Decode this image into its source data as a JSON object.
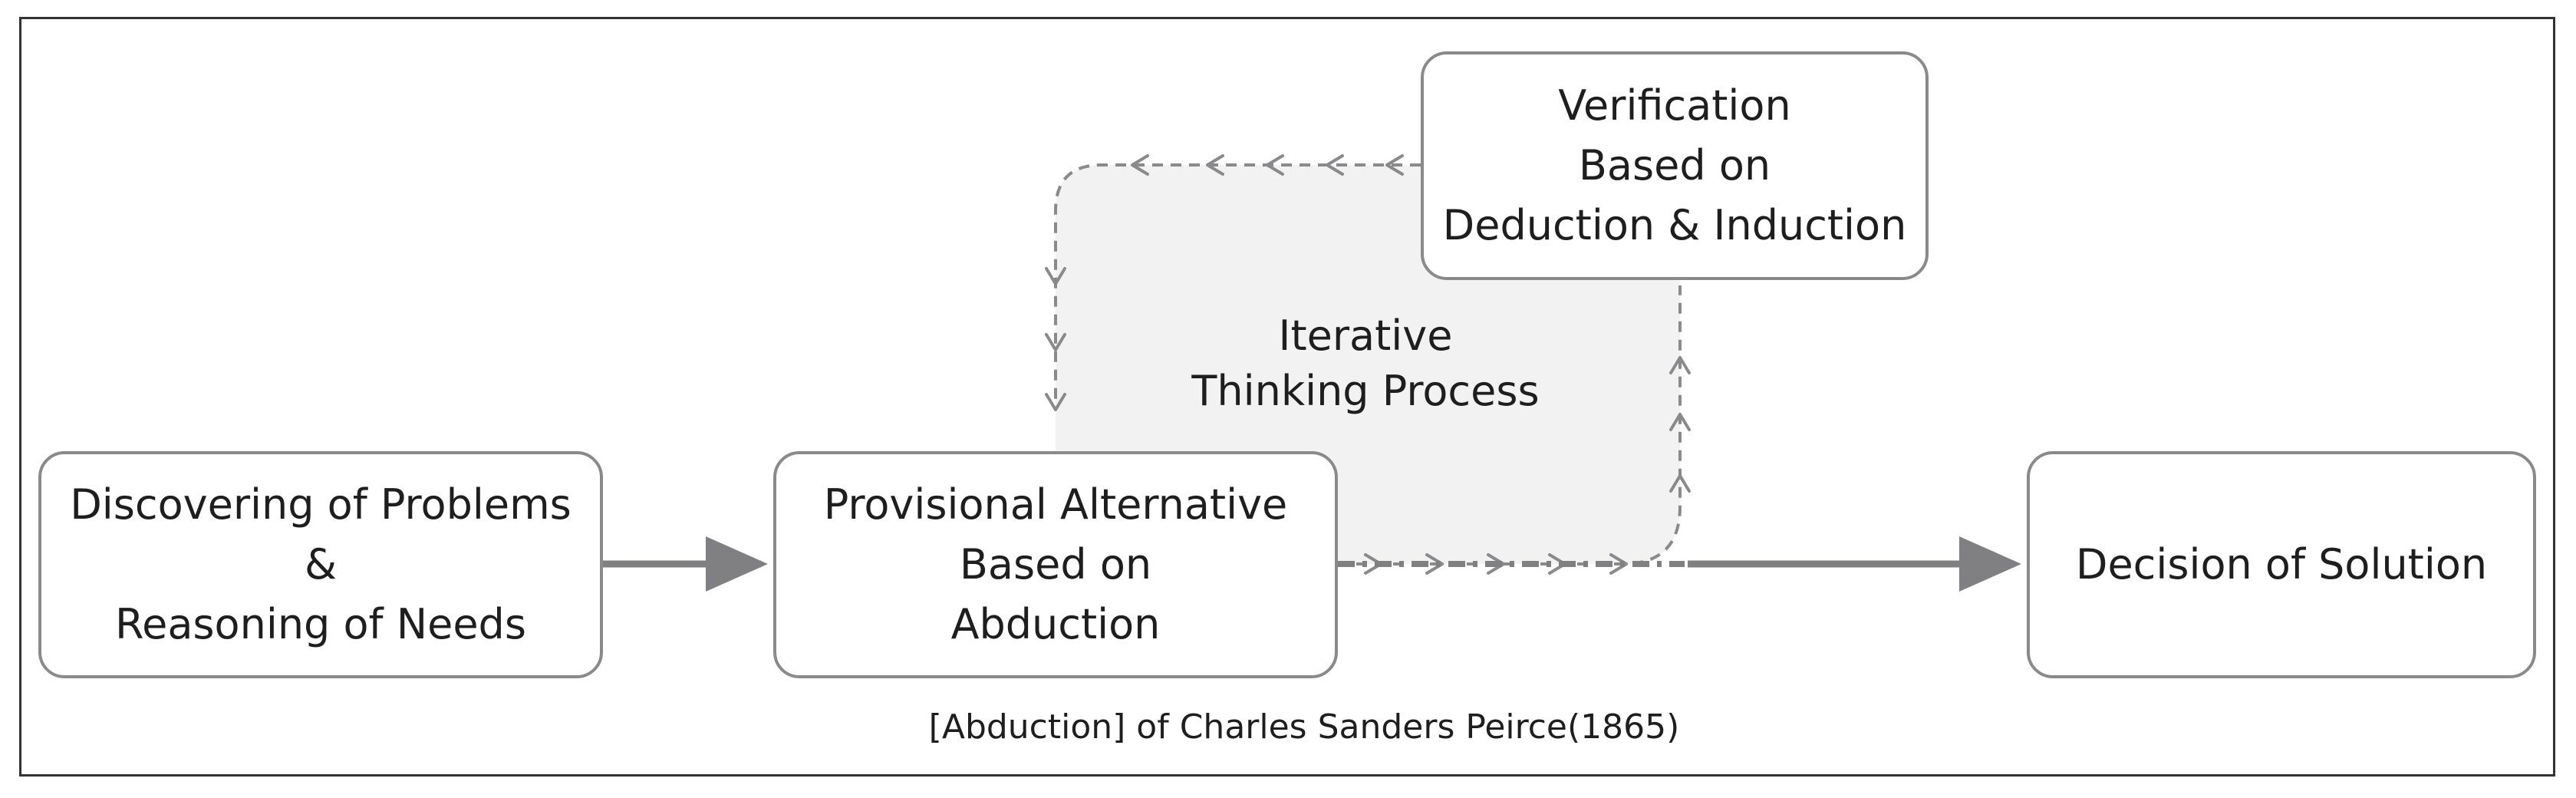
{
  "diagram": {
    "nodes": {
      "discovering": {
        "lines": [
          "Discovering of Problems",
          "&",
          "Reasoning of Needs"
        ]
      },
      "provisional": {
        "lines": [
          "Provisional Alternative",
          "Based on",
          "Abduction"
        ]
      },
      "verification": {
        "lines": [
          "Verification",
          "Based on",
          "Deduction & Induction"
        ]
      },
      "decision": {
        "lines": [
          "Decision of Solution"
        ]
      }
    },
    "loop_label": {
      "lines": [
        "Iterative",
        "Thinking Process"
      ]
    },
    "caption": "[Abduction] of Charles Sanders Peirce(1865)"
  },
  "colors": {
    "border": "#8a8a8c",
    "arrow_solid": "#808083",
    "arrow_dashed": "#8a8a8c",
    "loop_fill": "#f2f2f2",
    "text": "#1e1e1e",
    "frame": "#333333"
  }
}
